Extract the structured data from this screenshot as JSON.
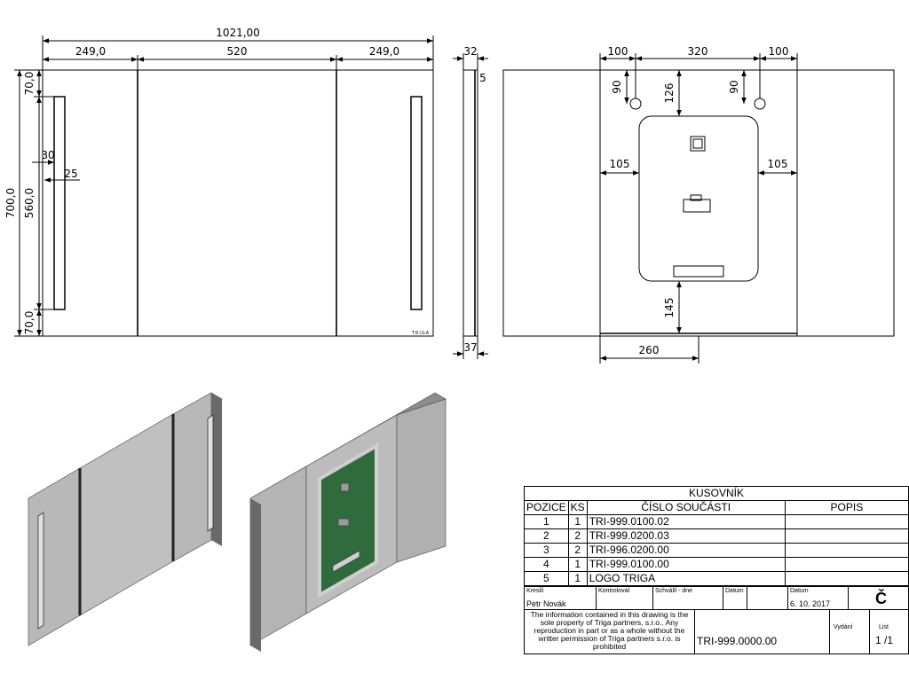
{
  "front_view": {
    "dim_total_width": "1021,00",
    "dim_left_door": "249,0",
    "dim_center_door": "520",
    "dim_right_door": "249,0",
    "dim_total_height": "700,0",
    "dim_led_height": "560,0",
    "dim_top_margin": "70,0",
    "dim_bottom_margin": "70,0",
    "dim_led_offset": "30",
    "dim_led_width": "25",
    "logo_text": "TRIGA"
  },
  "side_view": {
    "dim_depth_top": "32",
    "dim_glass": "5",
    "dim_depth_bottom": "37"
  },
  "rear_view": {
    "dim_hole_left": "100",
    "dim_hole_spacing": "320",
    "dim_hole_right": "100",
    "dim_hole_drop_left": "90",
    "dim_hole_drop_right": "90",
    "dim_recess_top": "126",
    "dim_recess_side_left": "105",
    "dim_recess_side_right": "105",
    "dim_recess_bottom": "145",
    "dim_recess_offset": "260"
  },
  "parts_list": {
    "title": "KUSOVNÍK",
    "headers": {
      "position": "POZICE",
      "qty": "KS",
      "part_number": "ČÍSLO SOUČÁSTI",
      "description": "POPIS"
    },
    "rows": [
      {
        "pos": "1",
        "qty": "1",
        "part": "TRI-999.0100.02",
        "desc": ""
      },
      {
        "pos": "2",
        "qty": "2",
        "part": "TRI-999.0200.03",
        "desc": ""
      },
      {
        "pos": "3",
        "qty": "2",
        "part": "TRI-996.0200.00",
        "desc": ""
      },
      {
        "pos": "4",
        "qty": "1",
        "part": "TRI-999.0100.00",
        "desc": ""
      },
      {
        "pos": "5",
        "qty": "1",
        "part": "LOGO TRIGA",
        "desc": ""
      }
    ]
  },
  "title_block": {
    "drawn_label": "Kreslil",
    "drawn_by": "Petr Novák",
    "checked_label": "Kontroloval",
    "approved_label": "Schválil - dne",
    "date_label_1": "Datum",
    "date_label_2": "Datum",
    "date_value": "6. 10. 2017",
    "language": "Č",
    "notice": "The information contained in this drawing is the sole property of Triga partners, s.r.o.. Any reproduction in part or as a whole without the writter permission of Triga partners s.r.o. is prohibited",
    "drawing_number": "TRI-999.0000.00",
    "issue_label": "Vydání",
    "sheet_label": "List",
    "sheet_value": "1 /1"
  },
  "colors": {
    "line": "#000000",
    "panel_face": "#b8b8b8",
    "panel_edge": "#6a6a6a",
    "recess_green": "#2f6b3c"
  }
}
